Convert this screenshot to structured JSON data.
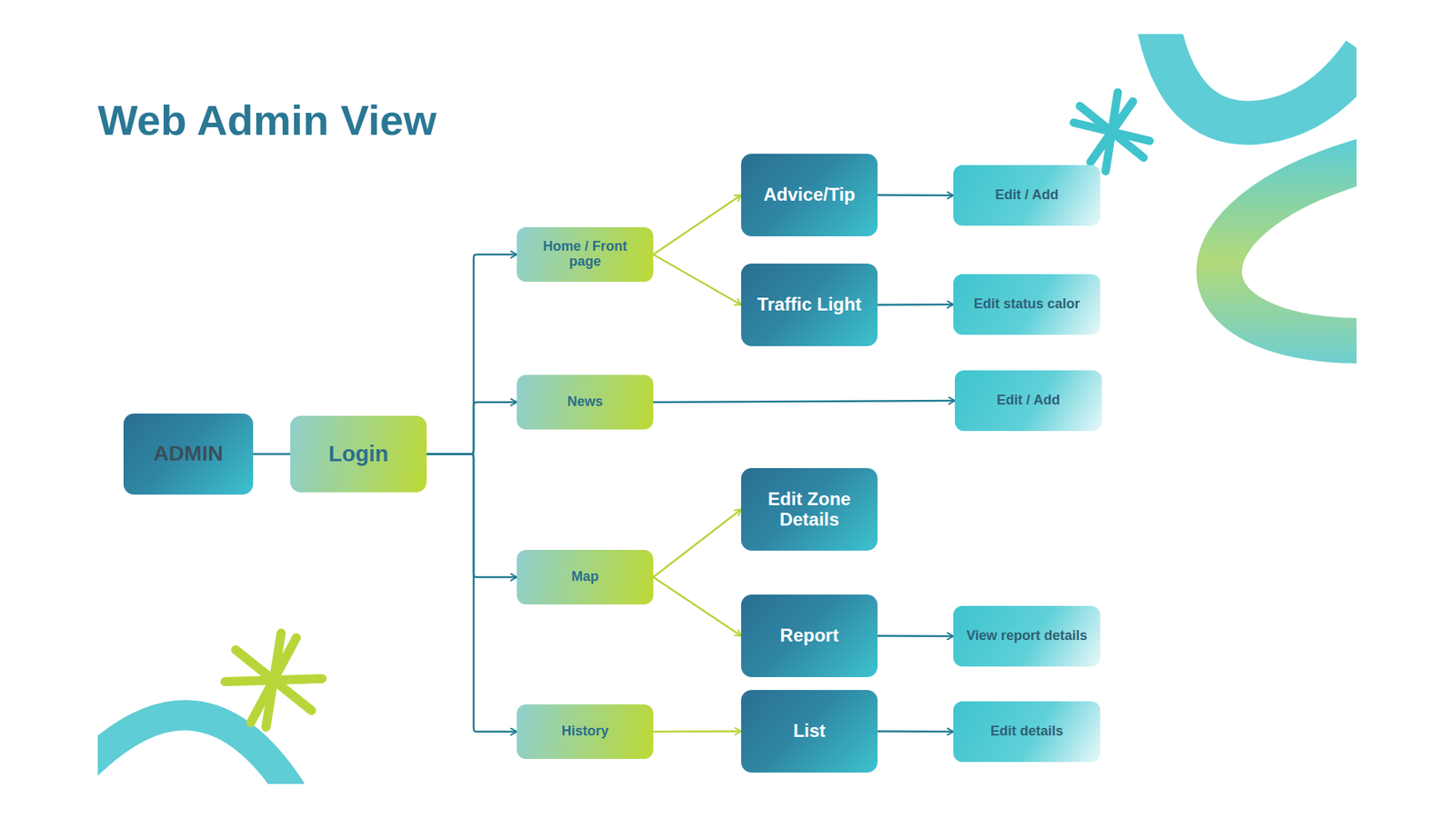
{
  "diagram": {
    "title": "Web Admin View",
    "nodes": [
      {
        "text": [
          "ADMIN"
        ]
      },
      {
        "text": [
          "Login"
        ]
      },
      {
        "text": [
          "Home / Front page"
        ]
      },
      {
        "text": [
          "Advice/Tip"
        ]
      },
      {
        "text": [
          "Edit / Add"
        ]
      },
      {
        "text": [
          "Traffic Light"
        ]
      },
      {
        "text": [
          "Edit status calor"
        ]
      },
      {
        "text": [
          "News"
        ]
      },
      {
        "text": [
          "Edit / Add"
        ]
      },
      {
        "text": [
          "Map"
        ]
      },
      {
        "text": [
          "Edit Zone Details"
        ]
      },
      {
        "text": [
          "Report"
        ]
      },
      {
        "text": [
          "View report details"
        ]
      },
      {
        "text": [
          "History"
        ]
      },
      {
        "text": [
          "List"
        ]
      },
      {
        "text": [
          "Edit details"
        ]
      }
    ],
    "edges": [
      {
        "from": 0,
        "to": 1,
        "arrow": "none"
      },
      {
        "from": 1,
        "to": 2,
        "arrow": "to"
      },
      {
        "from": 1,
        "to": 7,
        "arrow": "to"
      },
      {
        "from": 1,
        "to": 9,
        "arrow": "to"
      },
      {
        "from": 1,
        "to": 13,
        "arrow": "to"
      },
      {
        "from": 2,
        "to": 3,
        "arrow": "to"
      },
      {
        "from": 2,
        "to": 5,
        "arrow": "to"
      },
      {
        "from": 3,
        "to": 4,
        "arrow": "to"
      },
      {
        "from": 5,
        "to": 6,
        "arrow": "to"
      },
      {
        "from": 7,
        "to": 8,
        "arrow": "to"
      },
      {
        "from": 9,
        "to": 10,
        "arrow": "to"
      },
      {
        "from": 9,
        "to": 11,
        "arrow": "to"
      },
      {
        "from": 11,
        "to": 12,
        "arrow": "to"
      },
      {
        "from": 13,
        "to": 14,
        "arrow": "to"
      },
      {
        "from": 14,
        "to": 15,
        "arrow": "to"
      }
    ]
  }
}
